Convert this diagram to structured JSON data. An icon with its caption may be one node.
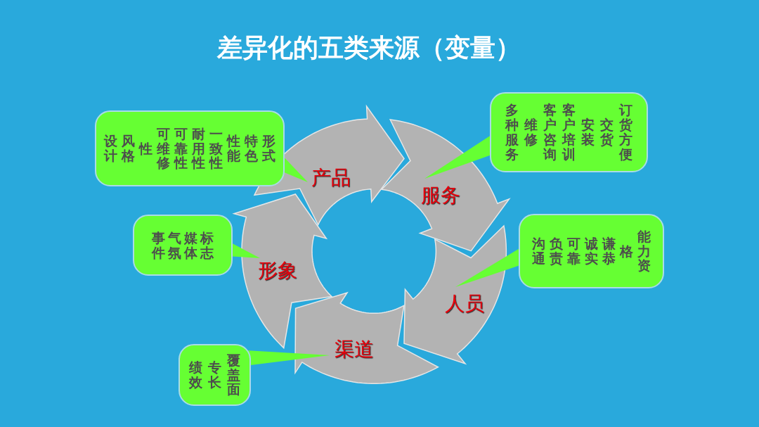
{
  "diagram": {
    "title": "差异化的五类来源（变量）",
    "nodes": [
      {
        "text": [
          "设计",
          "风格",
          "性",
          "可维修",
          "可靠性",
          "耐用性",
          "一致性",
          "性能",
          "特色",
          "形式"
        ]
      },
      {
        "text": [
          "多种服务",
          "维修",
          "客户咨询",
          "客户培训",
          "安装",
          "交货",
          "订货方便"
        ]
      },
      {
        "text": [
          "产品"
        ]
      },
      {
        "text": [
          "服务"
        ]
      },
      {
        "text": [
          "事件",
          "气氛",
          "媒体",
          "标志"
        ]
      },
      {
        "text": [
          "沟通",
          "负责",
          "可靠",
          "诚实",
          "谦恭",
          "格",
          "能力资"
        ]
      },
      {
        "text": [
          "形象"
        ]
      },
      {
        "text": [
          "人员"
        ]
      },
      {
        "text": [
          "渠道"
        ]
      },
      {
        "text": [
          "绩效",
          "专长",
          "覆盖面"
        ]
      }
    ],
    "edges": [
      {
        "from": 0,
        "to": 2,
        "arrow": "to"
      },
      {
        "from": 1,
        "to": 3,
        "arrow": "to"
      },
      {
        "from": 4,
        "to": 6,
        "arrow": "to"
      },
      {
        "from": 5,
        "to": 7,
        "arrow": "to"
      },
      {
        "from": 9,
        "to": 8,
        "arrow": "to"
      }
    ]
  }
}
